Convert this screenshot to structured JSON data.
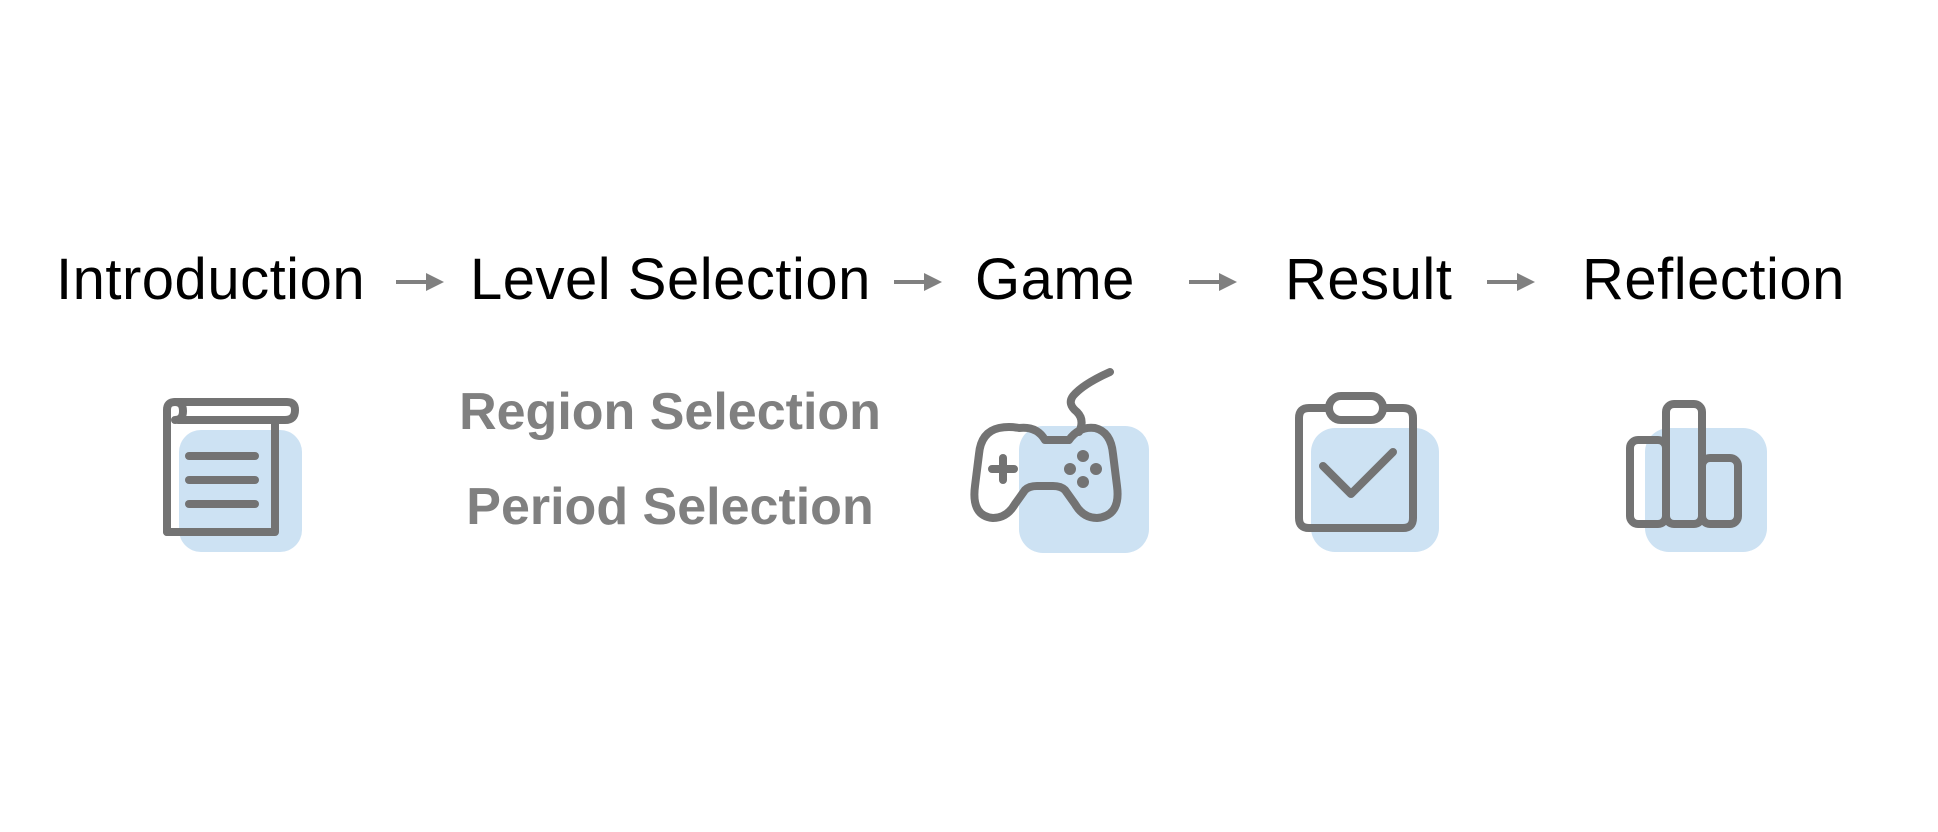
{
  "stages": [
    {
      "label": "Introduction",
      "icon": "document-icon"
    },
    {
      "label": "Level Selection"
    },
    {
      "label": "Game",
      "icon": "gamepad-icon"
    },
    {
      "label": "Result",
      "icon": "clipboard-check-icon"
    },
    {
      "label": "Reflection",
      "icon": "bar-chart-icon"
    }
  ],
  "level_selection": {
    "items": [
      "Region Selection",
      "Period Selection"
    ]
  },
  "colors": {
    "title": "#000000",
    "subtitle": "#808080",
    "icon_stroke": "#737373",
    "icon_highlight": "#cde2f3",
    "arrow": "#808080"
  }
}
